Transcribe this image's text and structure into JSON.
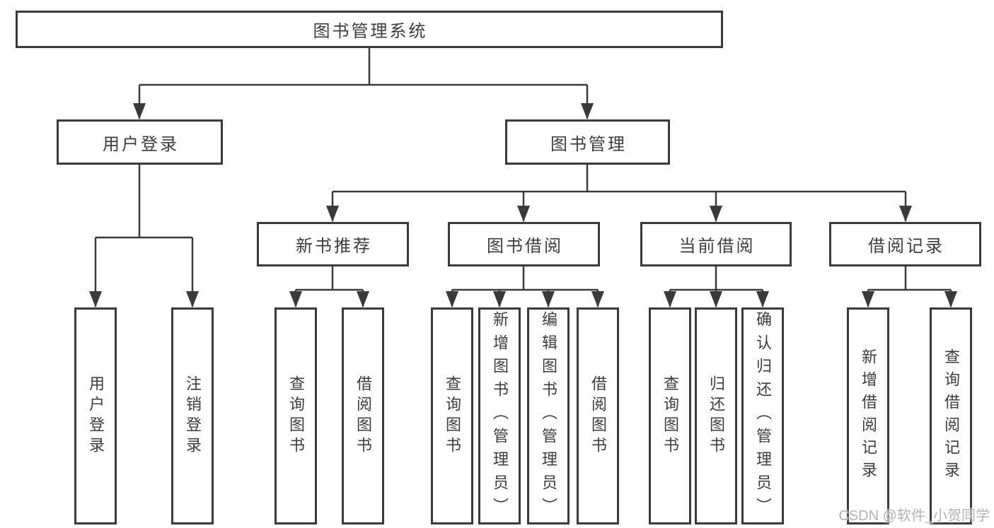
{
  "diagram_title": "图书管理系统",
  "tree": {
    "root": {
      "label": "图书管理系统"
    },
    "branches": [
      {
        "label": "用户登录",
        "children": [
          {
            "label": "用户登录"
          },
          {
            "label": "注销登录"
          }
        ]
      },
      {
        "label": "图书管理",
        "children": [
          {
            "label": "新书推荐",
            "children": [
              {
                "label": "查询图书"
              },
              {
                "label": "借阅图书"
              }
            ]
          },
          {
            "label": "图书借阅",
            "children": [
              {
                "label": "查询图书"
              },
              {
                "label": "新增图书（管理员）"
              },
              {
                "label": "编辑图书（管理员）"
              },
              {
                "label": "借阅图书"
              }
            ]
          },
          {
            "label": "当前借阅",
            "children": [
              {
                "label": "查询图书"
              },
              {
                "label": "归还图书"
              },
              {
                "label": "确认归还（管理员）"
              }
            ]
          },
          {
            "label": "借阅记录",
            "children": [
              {
                "label": "新增借阅记录"
              },
              {
                "label": "查询借阅记录"
              }
            ]
          }
        ]
      }
    ]
  },
  "watermark": "CSDN @软件_小贺同学",
  "colors": {
    "line": "#3a3a3a",
    "text": "#3c3c3c",
    "watermark": "#b3b3b3",
    "background": "#ffffff"
  }
}
